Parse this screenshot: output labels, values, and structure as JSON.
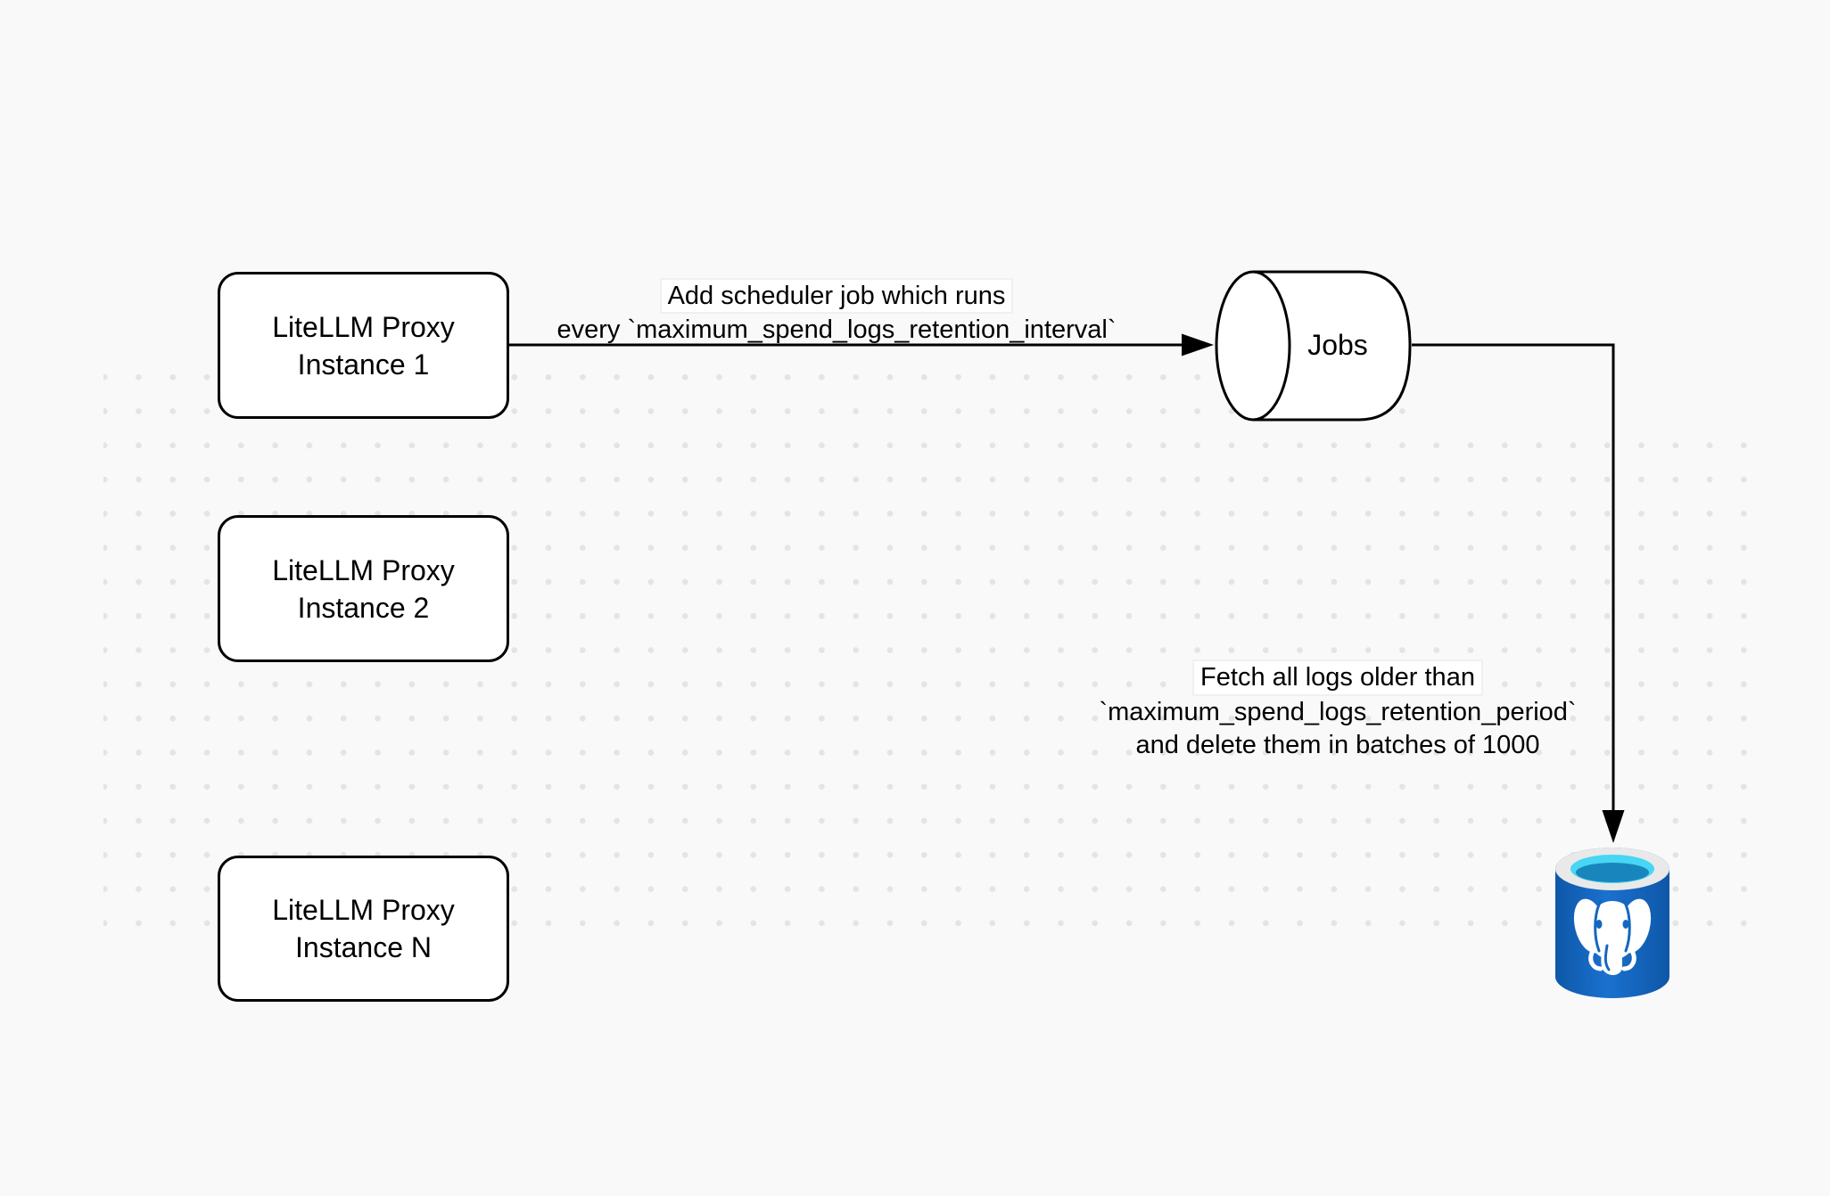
{
  "nodes": {
    "instance1": {
      "lines": [
        "LiteLLM Proxy",
        "Instance 1"
      ]
    },
    "instance2": {
      "lines": [
        "LiteLLM Proxy",
        "Instance 2"
      ]
    },
    "instanceN": {
      "lines": [
        "LiteLLM Proxy",
        "Instance N"
      ]
    },
    "jobs": {
      "label": "Jobs"
    }
  },
  "edges": {
    "add_job": {
      "lines": [
        "Add scheduler job which runs",
        "every `maximum_spend_logs_retention_interval`"
      ]
    },
    "fetch_delete": {
      "lines": [
        "Fetch all logs older than",
        "`maximum_spend_logs_retention_period`",
        "and delete them in batches of 1000"
      ]
    }
  },
  "icons": {
    "database": "postgresql-elephant-database-icon"
  },
  "colors": {
    "background": "#f9f9f9",
    "grid_dot": "#e4e4e4",
    "shape_stroke": "#000000",
    "shape_fill": "#ffffff",
    "label_chip_bg": "#ffffff",
    "postgres_body": "#1467c0",
    "postgres_body_dark": "#0e57a8",
    "postgres_body_light": "#1a71ce",
    "postgres_rim": "#e9e9e9",
    "postgres_opening_cyan": "#47d6f3",
    "postgres_opening_deep": "#1886bc"
  }
}
